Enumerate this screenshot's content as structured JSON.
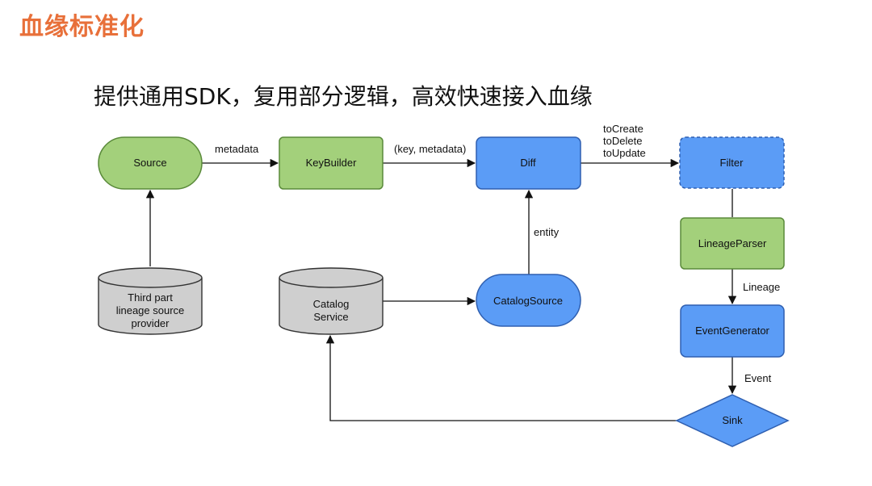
{
  "header": {
    "title": "血缘标准化",
    "subtitle": "提供通用SDK，复用部分逻辑，高效快速接入血缘"
  },
  "colors": {
    "title": "#e8703a",
    "green_fill": "#a3d07b",
    "green_stroke": "#5a8a3a",
    "blue_fill": "#5b9cf6",
    "blue_stroke": "#2f5fb0",
    "gray_fill": "#cfcfcf",
    "gray_stroke": "#555555"
  },
  "nodes": {
    "source": "Source",
    "keybuilder": "KeyBuilder",
    "diff": "Diff",
    "filter": "Filter",
    "lineage_parser": "LineageParser",
    "event_generator": "EventGenerator",
    "sink": "Sink",
    "catalog_source": "CatalogSource",
    "catalog_service": [
      "Catalog",
      "Service"
    ],
    "third_party": [
      "Third part",
      "lineage source",
      "provider"
    ]
  },
  "edges": {
    "source_to_keybuilder": "metadata",
    "keybuilder_to_diff": "(key, metadata)",
    "diff_to_filter": [
      "toCreate",
      "toDelete",
      "toUpdate"
    ],
    "catalog_source_to_diff": "entity",
    "parser_to_generator": "Lineage",
    "generator_to_sink": "Event"
  }
}
